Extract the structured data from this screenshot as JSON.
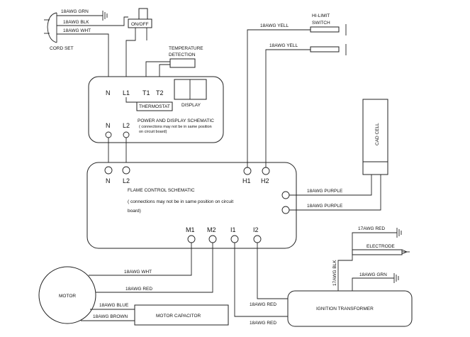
{
  "wires": {
    "cord_grn": "18AWG GRN",
    "cord_blk": "18AWG BLK",
    "cord_wht": "18AWG WHT",
    "hilimit_yell_1": "18AWG YELL",
    "hilimit_yell_2": "18AWG YELL",
    "purple_1": "18AWG PURPLE",
    "purple_2": "18AWG PURPLE",
    "electrode_red": "17AWG RED",
    "transformer_blk": "17AWG BLK",
    "transformer_grn": "18AWG GRN",
    "motor_wht": "18AWG WHT",
    "motor_red": "18AWG RED",
    "motor_blue": "18AWG BLUE",
    "motor_brown": "18AWG BROWN",
    "ign_red_1": "18AWG RED",
    "ign_red_2": "18AWG RED"
  },
  "labels": {
    "cord_set": "CORD SET",
    "switch": "ON/OFF",
    "temp_line1": "TEMPERATURE",
    "temp_line2": "DETECTION",
    "hilimit_line1": "HI-LIMIT",
    "hilimit_line2": "SWITCH",
    "thermostat": "THERMOSTAT",
    "display": "DISPLAY",
    "power_title": "POWER AND DISPLAY SCHEMATIC",
    "power_note1": "( connections may not be in same position",
    "power_note2": "on circuit board)",
    "flame_title": "FLAME CONTROL SCHEMATIC",
    "flame_note1": "( connections may not be in same position on circuit",
    "flame_note2": "board)",
    "cad_cell": "CAD CELL",
    "electrode": "ELECTRODE",
    "motor": "MOTOR",
    "motor_capacitor": "MOTOR CAPACITOR",
    "ignition_transformer": "IGNITION TRANSFORMER"
  },
  "terminals": {
    "n_top": "N",
    "l1": "L1",
    "t1": "T1",
    "t2": "T2",
    "n_mid": "N",
    "l2_mid": "L2",
    "n_bot": "N",
    "l2_bot": "L2",
    "h1": "H1",
    "h2": "H2",
    "m1": "M1",
    "m2": "M2",
    "i1": "I1",
    "i2": "I2"
  }
}
